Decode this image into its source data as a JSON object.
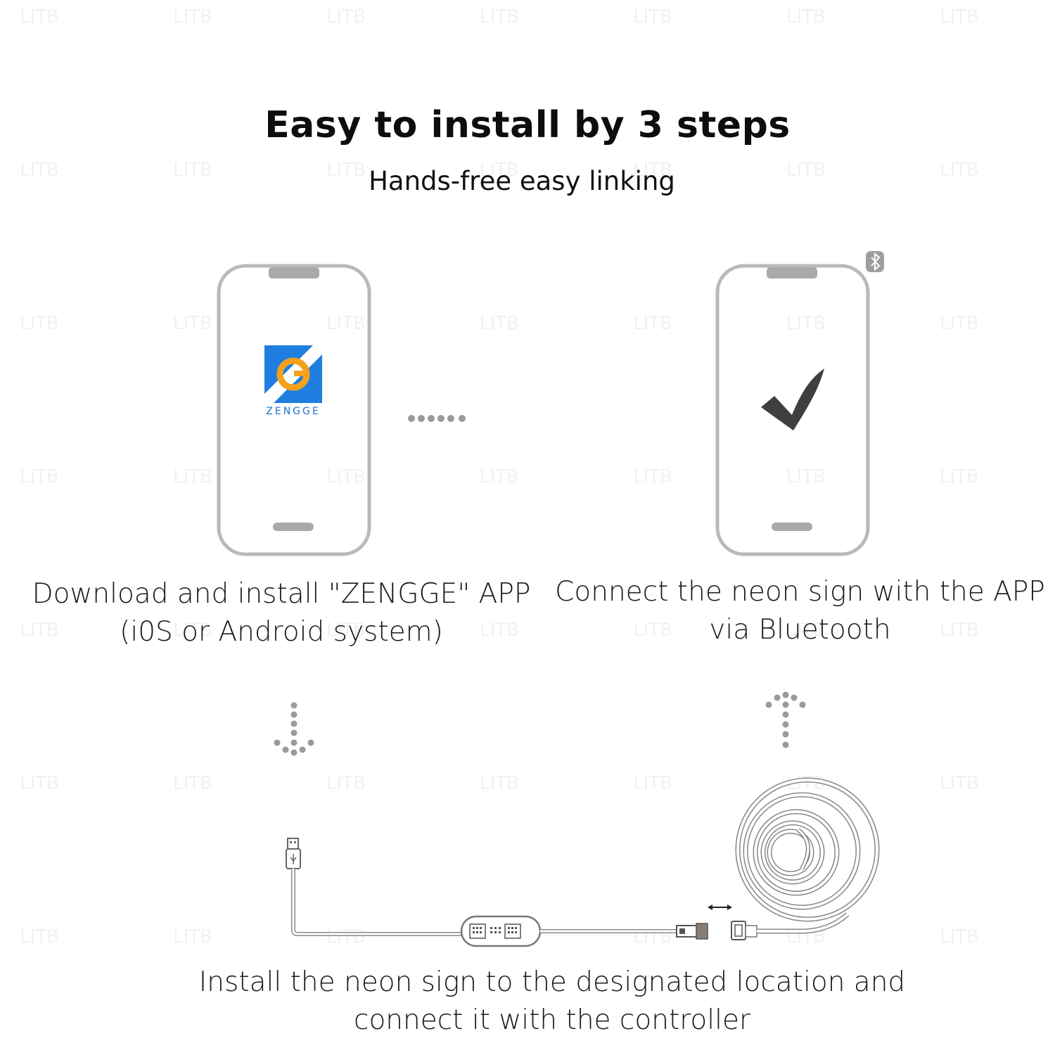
{
  "header": {
    "title": "Easy to install by 3 steps",
    "subtitle": "Hands-free easy linking"
  },
  "steps": [
    {
      "line1": "Download and install \"ZENGGE\" APP",
      "line2": "(i0S or Android system)"
    },
    {
      "line1": "Connect the neon sign with the APP",
      "line2": "via Bluetooth"
    },
    {
      "line1": "Install the neon sign to the designated location and",
      "line2": "connect it with the controller"
    }
  ],
  "app_logo": {
    "letter": "G",
    "wordmark": "ZENGGE",
    "colors": {
      "tile": "#1f7ee0",
      "ring": "#f4a11c",
      "wordmark": "#1f6fc8"
    }
  },
  "icons": {
    "phone": "smartphone-icon",
    "check": "checkmark-icon",
    "bluetooth": "bluetooth-icon",
    "arrow_down": "dotted-arrow-down-icon",
    "arrow_up": "dotted-arrow-up-icon",
    "usb": "usb-plug-icon",
    "controller": "controller-box-icon",
    "neon_coil": "neon-strip-coil-icon"
  },
  "watermark": "LITB",
  "colors": {
    "outline": "#b9b9b9",
    "notch": "#a9a9a9",
    "check": "#3f3f3f",
    "dots": "#9a9a9a"
  }
}
